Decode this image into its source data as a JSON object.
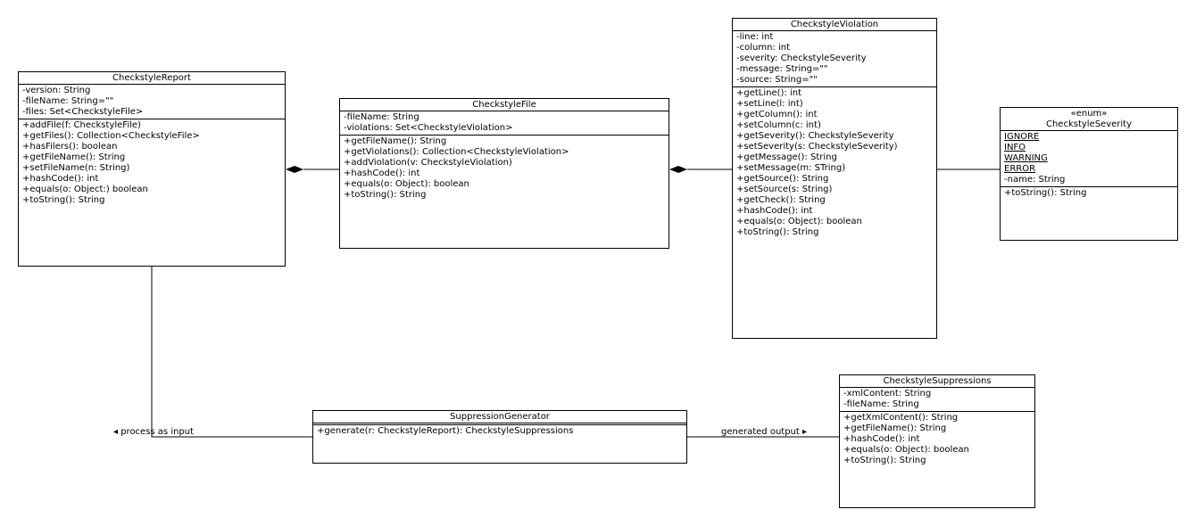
{
  "classes": {
    "report": {
      "name": "CheckstyleReport",
      "attributes": [
        "-version: String",
        "-fileName: String=\"\"",
        "-files: Set<CheckstyleFile>"
      ],
      "operations": [
        "+addFile(f: CheckstyleFile)",
        "+getFiles(): Collection<CheckstyleFile>",
        "+hasFilers(): boolean",
        "+getFileName(): String",
        "+setFileName(n: String)",
        "+hashCode(): int",
        "+equals(o: Object:) boolean",
        "+toString(): String"
      ]
    },
    "file": {
      "name": "CheckstyleFile",
      "attributes": [
        "-fileName: String",
        "-violations: Set<CheckstyleViolation>"
      ],
      "operations": [
        "+getFileName(): String",
        "+getViolations(): Collection<CheckstyleViolation>",
        "+addViolation(v: CheckstyleViolation)",
        "+hashCode(): int",
        "+equals(o: Object): boolean",
        "+toString(): String"
      ]
    },
    "violation": {
      "name": "CheckstyleViolation",
      "attributes": [
        "-line: int",
        "-column: int",
        "-severity: CheckstyleSeverity",
        "-message: String=\"\"",
        "-source: String=\"\""
      ],
      "operations": [
        "+getLine(): int",
        "+setLine(l: int)",
        "+getColumn(): int",
        "+setColumn(c: int)",
        "+getSeverity(): CheckstyleSeverity",
        "+setSeverity(s: CheckstyleSeverity)",
        "+getMessage(): String",
        "+setMessage(m: STring)",
        "+getSource(): String",
        "+setSource(s: String)",
        "+getCheck(): String",
        "+hashCode(): int",
        "+equals(o: Object): boolean",
        "+toString(): String"
      ]
    },
    "severity": {
      "stereotype": "«enum»",
      "name": "CheckstyleSeverity",
      "literals": [
        "IGNORE",
        "INFO",
        "WARNING",
        "ERROR"
      ],
      "attributes": [
        "-name: String"
      ],
      "operations": [
        "+toString(): String"
      ]
    },
    "generator": {
      "name": "SuppressionGenerator",
      "operations": [
        "+generate(r: CheckstyleReport): CheckstyleSuppressions"
      ]
    },
    "suppressions": {
      "name": "CheckstyleSuppressions",
      "attributes": [
        "-xmlContent: String",
        "-fileName: String"
      ],
      "operations": [
        "+getXmlContent(): String",
        "+getFileName(): String",
        "+hashCode(): int",
        "+equals(o: Object): boolean",
        "+toString(): String"
      ]
    }
  },
  "labels": {
    "input": "◂ process as input",
    "output": "generated output ▸"
  }
}
